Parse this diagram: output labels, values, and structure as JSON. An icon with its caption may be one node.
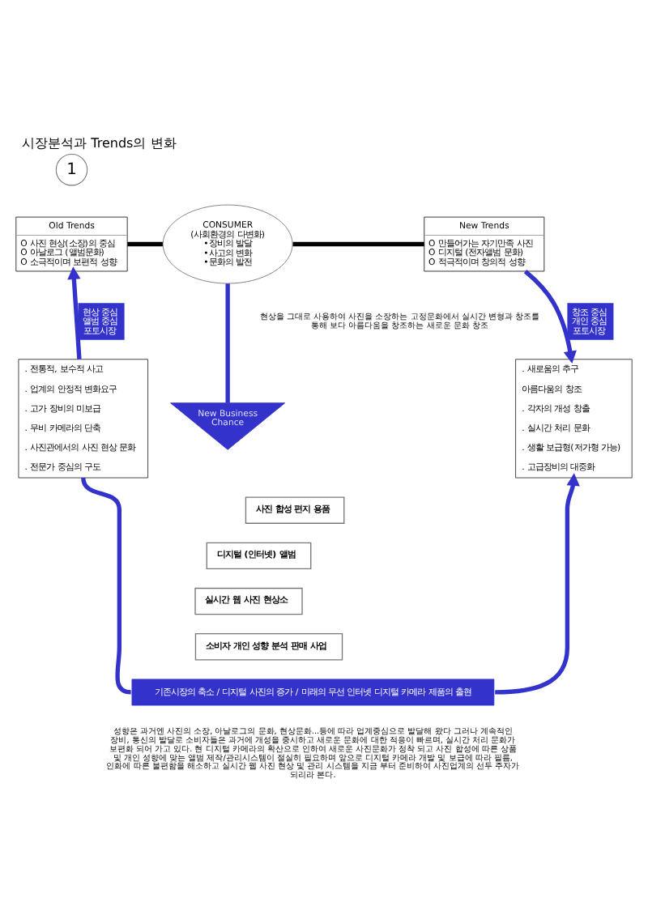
{
  "diagram": {
    "title": "시장분석과 Trends의 변화",
    "nodes": [
      {
        "text": [
          "1"
        ]
      },
      {
        "text": [
          "Old Trends",
          "O 사진 현상(소장)의 중심",
          "O 아날로그 (앨범문화)",
          "O 소극적이며 보편적 성향"
        ]
      },
      {
        "text": [
          "CONSUMER",
          "(사회환경의 다변화)",
          "•장비의 발달",
          "•사고의 변화",
          "•문화의 발전"
        ]
      },
      {
        "text": [
          "New Trends",
          "O 만들어가는 자기만족 사진",
          "O 디지털 (전자앨범 문화)",
          "O 적극적이며 창의적 성향"
        ]
      },
      {
        "text": [
          ". 전통적, 보수적 사고",
          ". 업계의 안정적 변화요구",
          ". 고가 장비의 미보급",
          ". 무비 카메라의 단축",
          ". 사진관에서의 사진 현상 문화",
          ". 전문가 중심의 구도"
        ]
      },
      {
        "text": [
          "New Business Chance"
        ]
      },
      {
        "text": [
          "사진 합성 편지 용품"
        ]
      },
      {
        "text": [
          "디지털 (인터넷) 앨범"
        ]
      },
      {
        "text": [
          "실시간 웹 사진 현상소"
        ]
      },
      {
        "text": [
          "소비자 개인 성향 분석 판매 사업"
        ]
      },
      {
        "text": [
          ". 새로움의 추구",
          "아름다움의 창조",
          ". 각자의 개성 창출",
          ". 실시간 처리 문화",
          ". 생활 보급형(저가형 가능)",
          ". 고급장비의 대중화"
        ]
      },
      {
        "text": [
          "기존시장의 축소 / 디지털 사진의 증가 / 미래의 무선 인터넷 디지털 카메라 제품의 출현"
        ]
      }
    ],
    "edges": [
      {
        "from": 1,
        "to": 2,
        "arrow": "none",
        "color": "#000000"
      },
      {
        "from": 2,
        "to": 3,
        "arrow": "none",
        "color": "#000000"
      },
      {
        "from": 4,
        "to": 1,
        "arrow": "to",
        "label": "현상 중심 앨범 중심 포토시장"
      },
      {
        "from": 3,
        "to": 10,
        "arrow": "to",
        "label": "창조 중심 개인 중심 포토시장"
      },
      {
        "from": 2,
        "to": 5,
        "arrow": "none"
      },
      {
        "from": 4,
        "to": 11,
        "arrow": "none"
      },
      {
        "from": 11,
        "to": 10,
        "arrow": "to"
      }
    ],
    "labels": [
      "현상을 그대로 사용하여 사진을 소장하는 고정문화에서 실시간 변형과 창조를 통해 보다 아름다움을 창조하는 새로운 문화 창조",
      "성향은 과거엔 사진의 소장, 아날로그의 문화, 현상문화...등에 따라 업계중심으로 발달해 왔다 그러나 계속적인 장비, 통신의 발달로 소비자들은 과거에 개성을 중시하고 새로운 문화에 대한 적응이 빠르며, 실시간 처리 문화가 보편화 되어 가고 있다. 현 디지털 카메라의 확산으로 인하여 새로운 사진문화가 정착 되고 사진 합성에 따른 상품 및 개인 성향에 맞는 앨범 제작/관리시스템이 절실히 필요하며 앞으로 디지털 카메라 개발 및 보급에 따라 필름, 인화에 따른 불편함을 해소하고 실시간 웹 사진 현상 및 관리 시스템을 지금 부터 준비하여 사진업계의 선두 주자가 되리라 본다."
    ]
  }
}
